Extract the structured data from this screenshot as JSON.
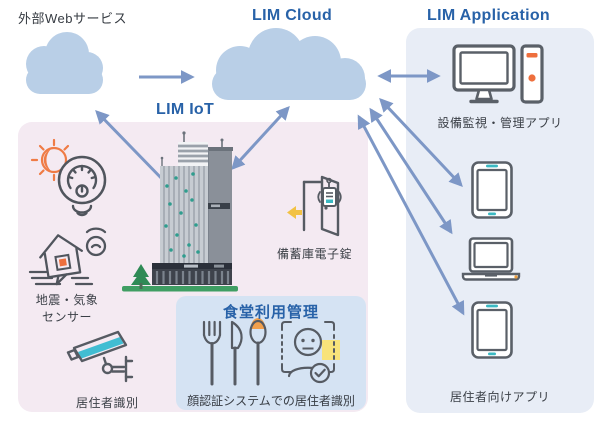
{
  "colors": {
    "title_blue": "#2862a8",
    "cloud_fill": "#b9cfe7",
    "arrow": "#7d97c6",
    "panel_pink": "#f4eaf2",
    "panel_app": "#e8edf6",
    "panel_cafeteria": "#d5e3f3",
    "icon_stroke": "#565b63",
    "accent_orange": "#ee6f3d",
    "accent_teal": "#3bb9c3",
    "accent_yellow_arrow": "#f2c244",
    "accent_yellow_highlight": "#f8e37a",
    "building_green": "#3f9e63",
    "text_dark": "#363b42"
  },
  "top": {
    "external_web_label": "外部Webサービス",
    "lim_cloud_label": "LIM Cloud",
    "lim_application_label": "LIM Application",
    "lim_iot_label": "LIM IoT"
  },
  "iot_panel": {
    "sensor_label": [
      "地震・気象",
      "センサー"
    ],
    "door_label": "備蓄庫電子錠",
    "camera_label": "居住者識別",
    "cafeteria_title": "食堂利用管理",
    "cafeteria_caption": "顔認証システムでの居住者識別"
  },
  "app_panel": {
    "monitor_label": "設備監視・管理アプリ",
    "devices_label": "居住者向けアプリ"
  }
}
